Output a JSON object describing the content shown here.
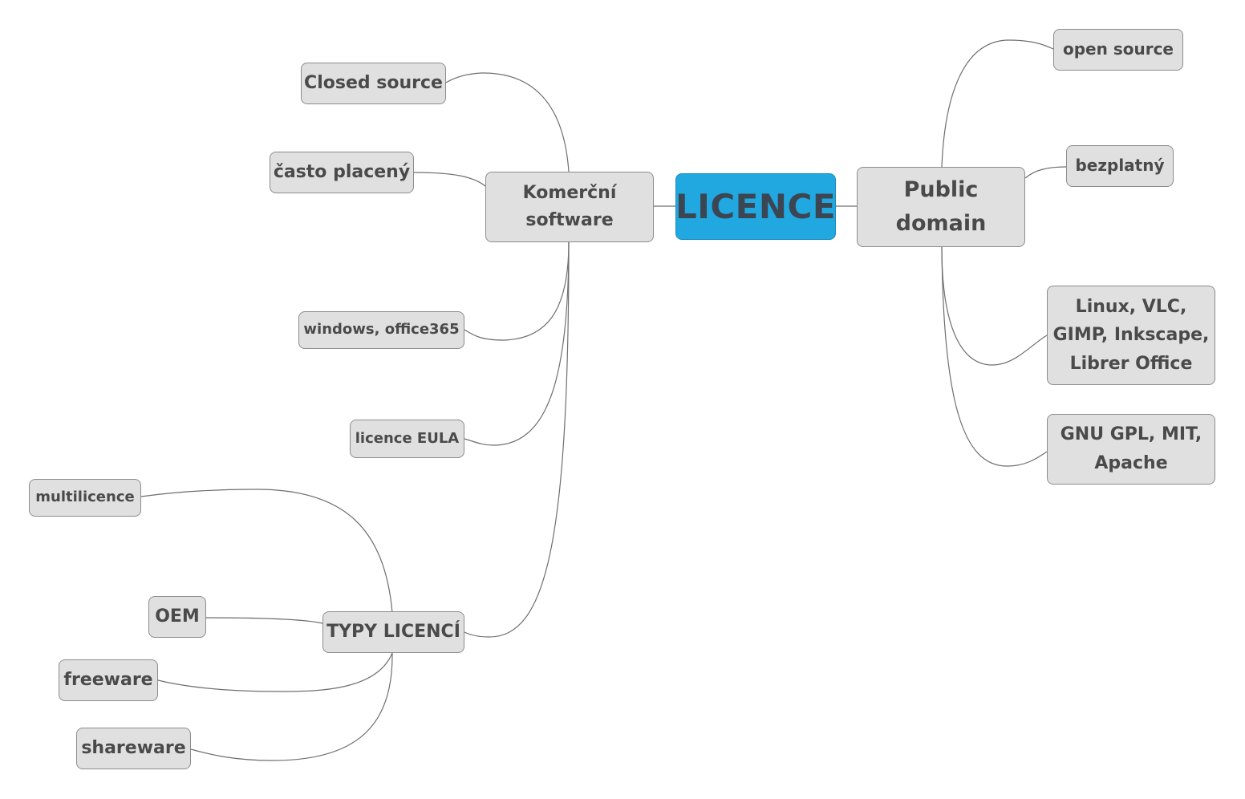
{
  "center": {
    "label": "LICENCE"
  },
  "commercial": {
    "label_line1": "Komerční",
    "label_line2": "software",
    "children": {
      "closed_source": "Closed source",
      "often_paid": "často placený",
      "examples": "windows, office365",
      "eula": "licence EULA"
    },
    "license_types": {
      "label": "TYPY LICENCÍ",
      "children": {
        "multilicence": "multilicence",
        "oem": "OEM",
        "freeware": "freeware",
        "shareware": "shareware"
      }
    }
  },
  "public_domain": {
    "label_line1": "Public",
    "label_line2": "domain",
    "children": {
      "open_source": "open source",
      "free": "bezplatný",
      "examples_line1": "Linux, VLC,",
      "examples_line2": "GIMP, Inkscape,",
      "examples_line3": "Librer Office",
      "licenses_line1": "GNU GPL, MIT,",
      "licenses_line2": "Apache"
    }
  },
  "colors": {
    "center_fill": "#22a8e0",
    "node_fill": "#e0e0e0",
    "node_border": "#8c8c8c",
    "text": "#4a4a4a",
    "connector": "#6f6f6f"
  }
}
